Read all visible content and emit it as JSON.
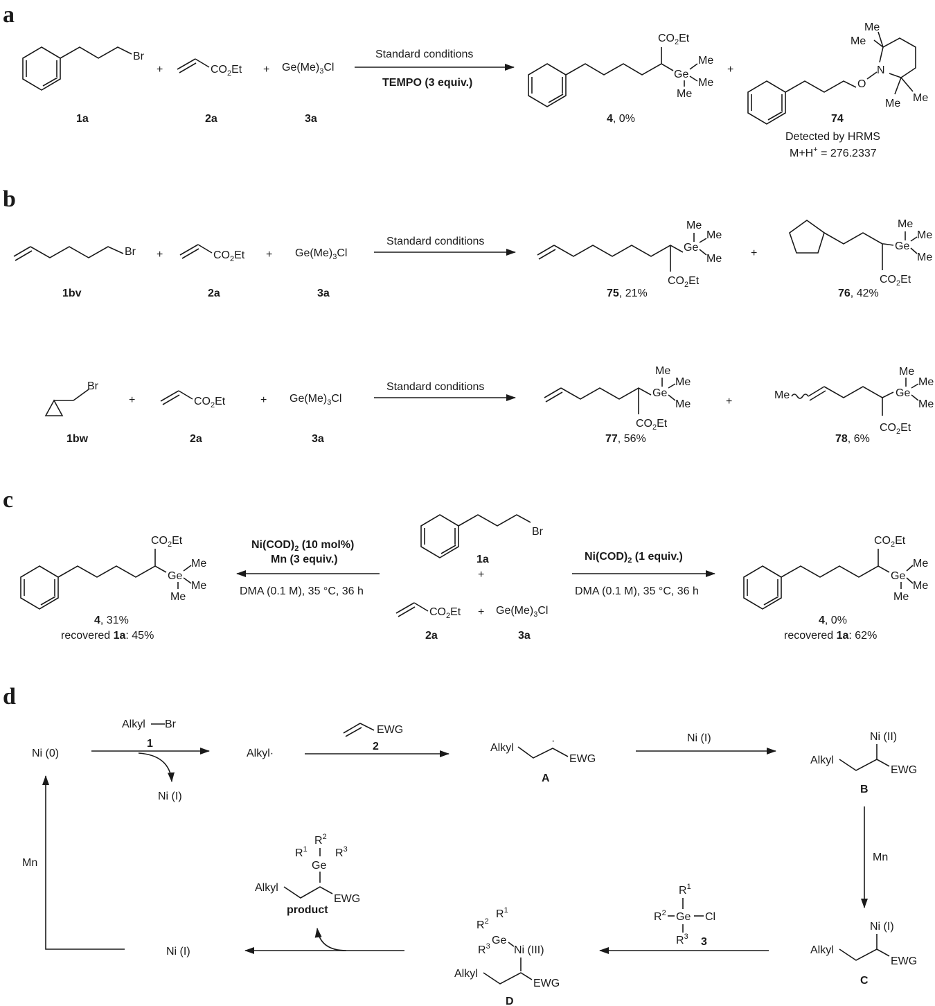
{
  "panels": {
    "a": "a",
    "b": "b",
    "c": "c",
    "d": "d"
  },
  "common": {
    "co2et": "CO",
    "co2et_tail": "Et",
    "sub2": "2",
    "sub3": "3",
    "gecl_pre": "Ge(Me)",
    "gecl_post": "Cl",
    "br": "Br",
    "me": "Me",
    "ge": "Ge",
    "plus": "+",
    "std": "Standard conditions"
  },
  "a": {
    "tempo": "TEMPO (3 equiv.)",
    "lbl_1a": "1a",
    "lbl_2a": "2a",
    "lbl_3a": "3a",
    "p4_num": "4",
    "p4_yield": ", 0%",
    "p74": "74",
    "n": "N",
    "o": "O",
    "hrms1": "Detected by HRMS",
    "hrms2_pre": "M+H",
    "hrms2_sup": "+",
    "hrms2_post": " = 276.2337"
  },
  "b": {
    "lbl_1bv": "1bv",
    "lbl_1bw": "1bw",
    "p75": "75",
    "y75": ", 21%",
    "p76": "76",
    "y76": ", 42%",
    "p77": "77",
    "y77": ", 56%",
    "p78": "78",
    "y78": ", 6%"
  },
  "c": {
    "left_cond1_pre": "Ni(COD)",
    "left_cond1_post": " (10 mol%)",
    "left_cond2": "Mn (3 equiv.)",
    "solvent": "DMA (0.1 M), 35 °C, 36 h",
    "right_cond_pre": "Ni(COD)",
    "right_cond_post": " (1 equiv.)",
    "left_yield": ", 31%",
    "left_rec_pre": "recovered ",
    "left_rec_post": ": 45%",
    "right_yield": ", 0%",
    "right_rec_pre": "recovered ",
    "right_rec_post": ": 62%"
  },
  "d": {
    "ni0": "Ni (0)",
    "alkylbr": "Alkyl",
    "one": "1",
    "two": "2",
    "three": "3",
    "alkyl_rad": "Alkyl·",
    "ewg": "EWG",
    "alkyl": "Alkyl",
    "nii": "Ni (I)",
    "niii": "Ni (II)",
    "niiii": "Ni (III)",
    "mn": "Mn",
    "cl": "Cl",
    "r": "R",
    "r1": "1",
    "r2": "2",
    "r3": "3",
    "A": "A",
    "B": "B",
    "C": "C",
    "D": "D",
    "product": "product"
  }
}
